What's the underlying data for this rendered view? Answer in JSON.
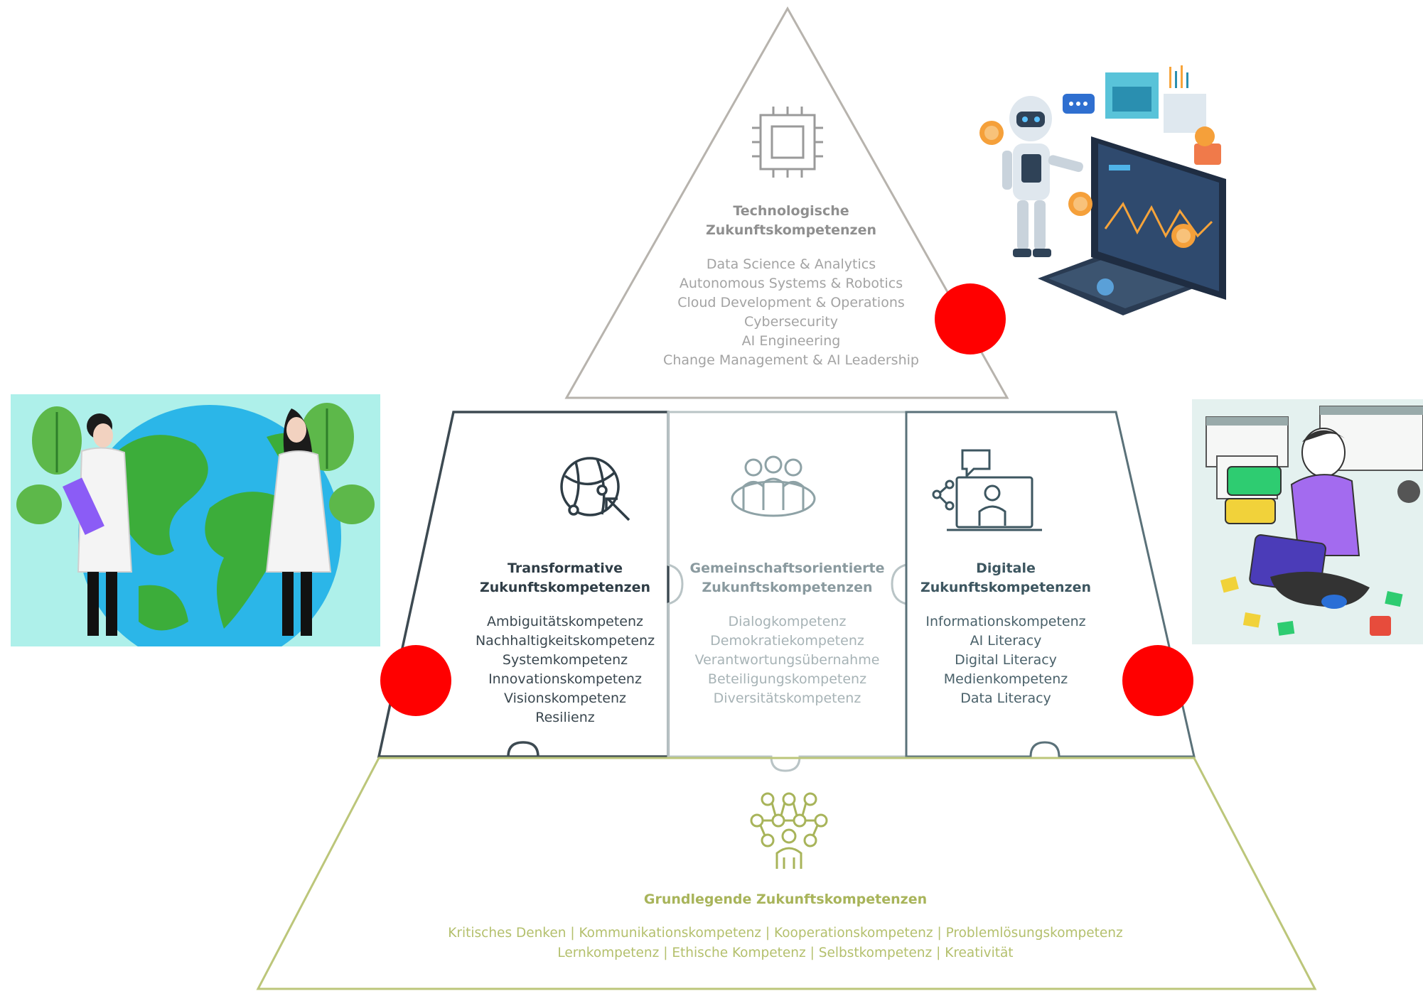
{
  "pyramid": {
    "top": {
      "title_line1": "Technologische",
      "title_line2": "Zukunftskompetenzen",
      "items": [
        "Data Science & Analytics",
        "Autonomous Systems & Robotics",
        "Cloud Development & Operations",
        "Cybersecurity",
        "AI Engineering",
        "Change Management & AI Leadership"
      ],
      "icon": "chip-icon"
    },
    "left": {
      "title_line1": "Transformative",
      "title_line2": "Zukunftskompetenzen",
      "items": [
        "Ambiguitätskompetenz",
        "Nachhaltigkeitskompetenz",
        "Systemkompetenz",
        "Innovationskompetenz",
        "Visionskompetenz",
        "Resilienz"
      ],
      "icon": "globe-cursor-icon"
    },
    "middle": {
      "title_line1": "Gemeinschaftsorientierte",
      "title_line2": "Zukunftskompetenzen",
      "items": [
        "Dialogkompetenz",
        "Demokratiekompetenz",
        "Verantwortungsübernahme",
        "Beteiligungskompetenz",
        "Diversitätskompetenz"
      ],
      "icon": "group-people-icon"
    },
    "right": {
      "title_line1": "Digitale",
      "title_line2": "Zukunftskompetenzen",
      "items": [
        "Informationskompetenz",
        "AI Literacy",
        "Digital Literacy",
        "Medienkompetenz",
        "Data Literacy"
      ],
      "icon": "video-presentation-icon"
    },
    "base": {
      "title": "Grundlegende Zukunftskompetenzen",
      "line1": "Kritisches Denken | Kommunikationskompetenz | Kooperationskompetenz | Problemlösungskompetenz",
      "line2": "Lernkompetenz | Ethische Kompetenz | Selbstkompetenz | Kreativität",
      "icon": "network-people-icon"
    }
  },
  "colors": {
    "marker": "#ff0000",
    "base_green": "#a8b45a",
    "dark_outline": "#3d4a52",
    "gray_outline": "#b8b8b8"
  },
  "illustrations": [
    "robot-dashboard-illustration",
    "scientists-globe-illustration",
    "person-laptop-illustration"
  ]
}
